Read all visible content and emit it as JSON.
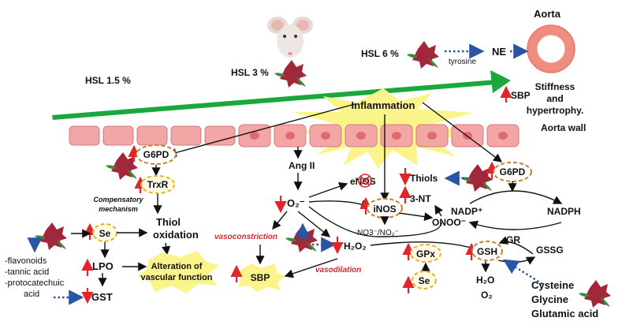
{
  "diagram": {
    "aorta_title": "Aorta",
    "stiffness": [
      "Stiffness",
      "and",
      "hypertrophy."
    ],
    "aorta_wall": "Aorta wall",
    "hsl": {
      "h1": "HSL 1.5 %",
      "h3": "HSL 3 %",
      "h6": "HSL 6 %"
    },
    "tyrosine": "tyrosine",
    "ne": "NE",
    "sbp_top": "SBP",
    "inflammation": "Inflammation",
    "left": {
      "g6pd": "G6PD",
      "trxr": "TrxR",
      "compensatory": [
        "Compensatory",
        "mechanism"
      ],
      "thiol": [
        "Thiol",
        "oxidation"
      ],
      "se": "Se",
      "lpo": "LPO",
      "gst": "GST",
      "alteration": [
        "Alteration of",
        "vascular function"
      ],
      "compounds": [
        "-flavonoids",
        "-tannic acid",
        "-protocatechuic",
        "acid"
      ]
    },
    "middle": {
      "ang": "Ang II",
      "o2": "O₂⁻",
      "vasoconstriction": "vasoconstriction",
      "vasodilation": "vasodilation",
      "h2o2": "H₂O₂",
      "sbp": "SBP",
      "enos": "eNOS",
      "inos": "iNOS",
      "no3": "NO3⁻/NO₂⁻",
      "onoo": "ONOO⁻",
      "thiols": "Thiols",
      "nt": "3-NT",
      "gpx": "GPx",
      "se": "Se"
    },
    "right": {
      "g6pd": "G6PD",
      "nadp_plus": "NADP⁺",
      "nadph": "NADPH",
      "gr": "GR",
      "gsh": "GSH",
      "gssg": "GSSG",
      "h2o": "H₂O",
      "o2": "O₂",
      "amino": [
        "Cysteine",
        "Glycine",
        "Glutamic acid"
      ]
    },
    "colors": {
      "arrow_green": "#1aa83c",
      "up_red": "#e0262a",
      "dotted_blue": "#2a55a5",
      "cell_pink": "#f2a6a6",
      "burst_yellow": "#fbf48a"
    }
  }
}
